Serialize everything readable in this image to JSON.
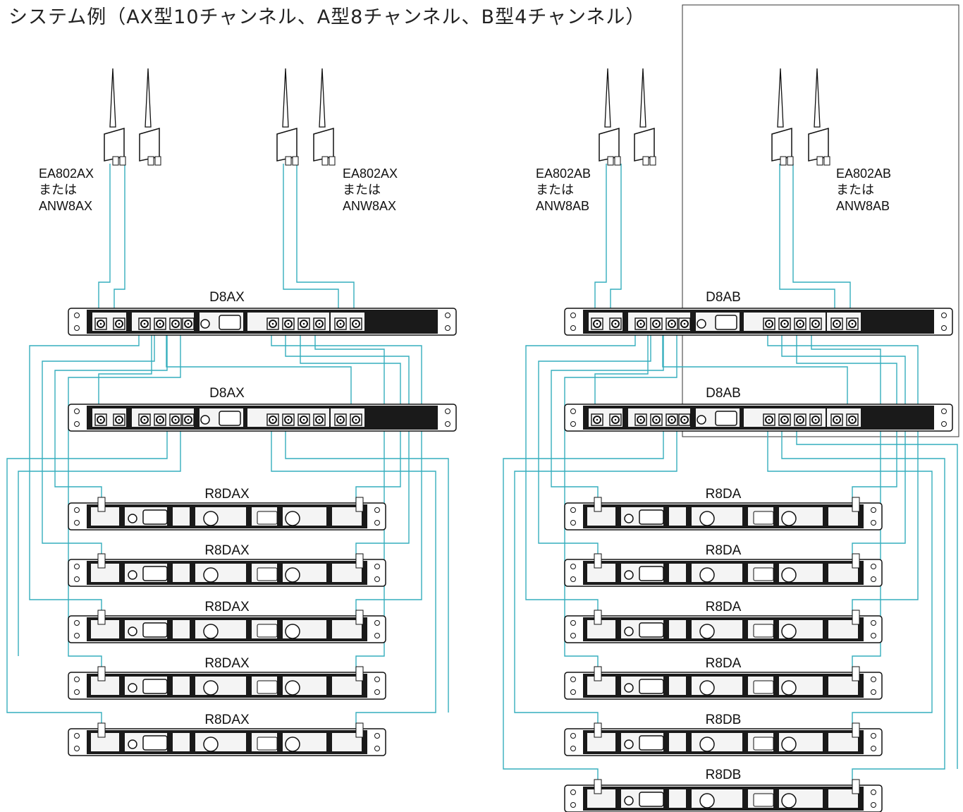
{
  "title": "システム例（AX型10チャンネル、A型8チャンネル、B型4チャンネル）",
  "left_system": {
    "antenna_label_left": [
      "EA802AX",
      "または",
      "ANW8AX"
    ],
    "antenna_label_right": [
      "EA802AX",
      "または",
      "ANW8AX"
    ],
    "distributors": [
      "D8AX",
      "D8AX"
    ],
    "receivers": [
      "R8DAX",
      "R8DAX",
      "R8DAX",
      "R8DAX",
      "R8DAX"
    ]
  },
  "right_system": {
    "antenna_label_left": [
      "EA802AB",
      "または",
      "ANW8AB"
    ],
    "antenna_label_right": [
      "EA802AB",
      "または",
      "ANW8AB"
    ],
    "distributors": [
      "D8AB",
      "D8AB"
    ],
    "receivers": [
      "R8DA",
      "R8DA",
      "R8DA",
      "R8DA",
      "R8DB",
      "R8DB"
    ]
  },
  "colors": {
    "cable": "#35aebd",
    "rack": "#1a1a1a",
    "panel": "#f4f4f4"
  }
}
